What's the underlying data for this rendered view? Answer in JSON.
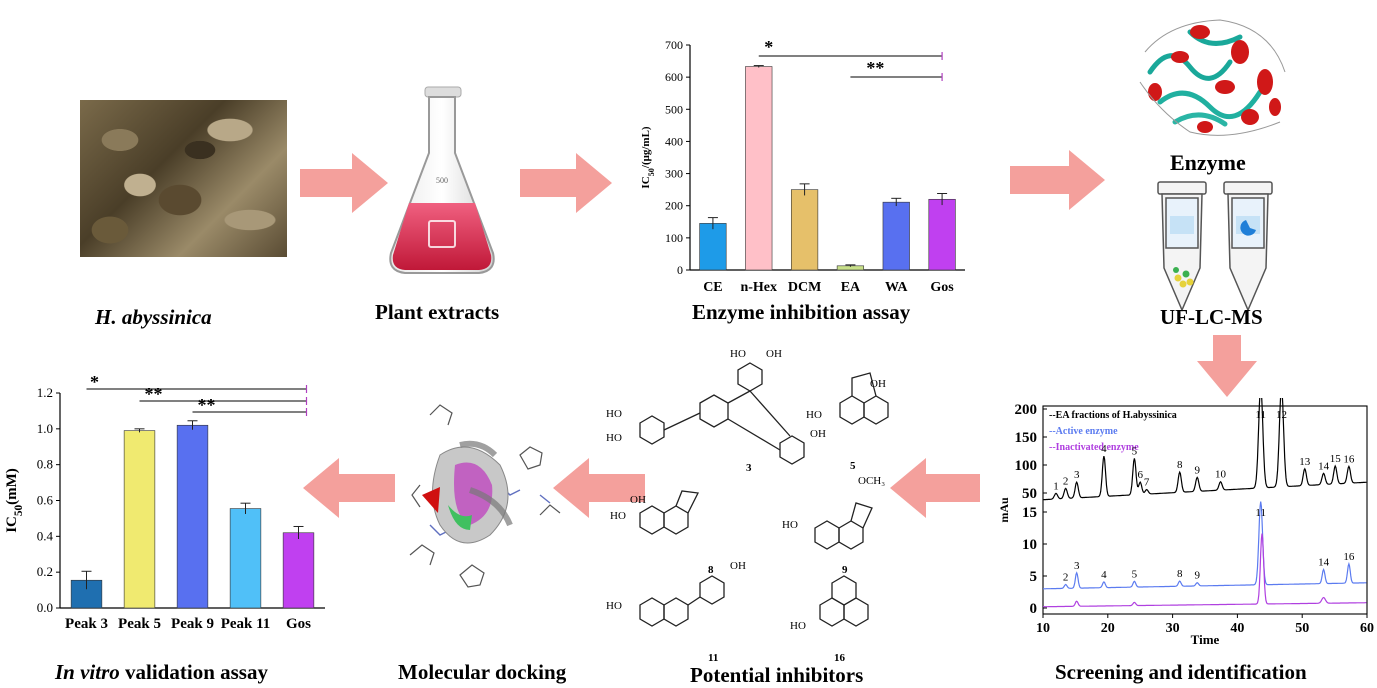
{
  "captions": {
    "plant": "H. abyssinica",
    "extracts": "Plant extracts",
    "enzyme_assay": "Enzyme inhibition assay",
    "uflcms": "UF-LC-MS",
    "enzyme": "Enzyme",
    "screening": "Screening and identification",
    "inhibitors": "Potential inhibitors",
    "docking": "Molecular docking",
    "validation_italic": "In vitro",
    "validation_rest": " validation assay"
  },
  "colors": {
    "arrow": "#f4a09c",
    "active_trace": "#5b7bf0",
    "inactive_trace": "#b040e0",
    "sig_line": "#b040c0"
  },
  "chart_data": [
    {
      "type": "bar",
      "ylabel_main": "IC",
      "ylabel_sub": "50",
      "ylabel_rest": "/(μg/mL)",
      "categories": [
        "CE",
        "n-Hex",
        "DCM",
        "EA",
        "WA",
        "Gos"
      ],
      "values": [
        145,
        633,
        250,
        13,
        211,
        220
      ],
      "errors": [
        18,
        3,
        18,
        3,
        12,
        18
      ],
      "colors": [
        "#1e9be8",
        "#ffc0c8",
        "#e6c06a",
        "#c8e08a",
        "#5870f0",
        "#c040f0"
      ],
      "ylim": [
        0,
        700
      ],
      "yticks": [
        "0",
        "100",
        "200",
        "300",
        "400",
        "500",
        "600",
        "700"
      ],
      "significance": [
        {
          "label": "*"
        },
        {
          "label": "**"
        }
      ]
    },
    {
      "type": "bar",
      "ylabel_main": "IC",
      "ylabel_sub": "50",
      "ylabel_rest": "(mM)",
      "categories": [
        "Peak 3",
        "Peak 5",
        "Peak 9",
        "Peak 11",
        "Gos"
      ],
      "values": [
        0.155,
        0.99,
        1.02,
        0.555,
        0.42
      ],
      "errors": [
        0.05,
        0.01,
        0.025,
        0.03,
        0.035
      ],
      "colors": [
        "#1f6fb0",
        "#f0ea70",
        "#5870f0",
        "#50c0f8",
        "#c040f0"
      ],
      "ylim": [
        0,
        1.2
      ],
      "yticks": [
        "0.0",
        "0.2",
        "0.4",
        "0.6",
        "0.8",
        "1.0",
        "1.2"
      ],
      "significance": [
        {
          "label": "*"
        },
        {
          "label": "**"
        },
        {
          "label": "**"
        }
      ]
    },
    {
      "type": "line",
      "xlabel": "Time",
      "ylabel": "mAu",
      "xlim": [
        10,
        60
      ],
      "xticks": [
        "10",
        "20",
        "30",
        "40",
        "50",
        "60"
      ],
      "legend": [
        "--EA fractions of H.abyssinica",
        "--Active enzyme",
        "--Inactivated enzyme"
      ],
      "upper_yticks": [
        "200",
        "150",
        "100",
        "50"
      ],
      "lower_yticks": [
        "15",
        "10",
        "5",
        "0"
      ],
      "peaks": [
        {
          "label": "1",
          "time": 12.0
        },
        {
          "label": "2",
          "time": 13.5
        },
        {
          "label": "3",
          "time": 15.2
        },
        {
          "label": "4",
          "time": 19.4
        },
        {
          "label": "5",
          "time": 24.1
        },
        {
          "label": "6",
          "time": 25.0
        },
        {
          "label": "7",
          "time": 26.0
        },
        {
          "label": "8",
          "time": 31.1
        },
        {
          "label": "9",
          "time": 33.8
        },
        {
          "label": "10",
          "time": 37.4
        },
        {
          "label": "11",
          "time": 43.6
        },
        {
          "label": "12",
          "time": 46.8
        },
        {
          "label": "13",
          "time": 50.4
        },
        {
          "label": "14",
          "time": 53.3
        },
        {
          "label": "15",
          "time": 55.1
        },
        {
          "label": "16",
          "time": 57.2
        }
      ],
      "ea_heights": [
        10,
        18,
        28,
        72,
        65,
        22,
        8,
        36,
        25,
        15,
        182,
        178,
        30,
        20,
        32,
        30
      ],
      "active_peaks": [
        {
          "label": "2",
          "time": 13.5,
          "h": 0.6
        },
        {
          "label": "3",
          "time": 15.2,
          "h": 2.4
        },
        {
          "label": "4",
          "time": 19.4,
          "h": 0.9
        },
        {
          "label": "5",
          "time": 24.1,
          "h": 0.9
        },
        {
          "label": "8",
          "time": 31.1,
          "h": 0.8
        },
        {
          "label": "9",
          "time": 33.8,
          "h": 0.5
        },
        {
          "label": "11",
          "time": 43.6,
          "h": 13.0
        },
        {
          "label": "14",
          "time": 53.3,
          "h": 2.2
        },
        {
          "label": "16",
          "time": 57.2,
          "h": 3.0
        }
      ]
    }
  ],
  "compounds": {
    "c3": "3",
    "c5": "5",
    "c8": "8",
    "c9": "9",
    "c11": "11",
    "c16": "16",
    "oh": "OH",
    "ho": "HO",
    "o": "O",
    "och3": "OCH₃"
  }
}
